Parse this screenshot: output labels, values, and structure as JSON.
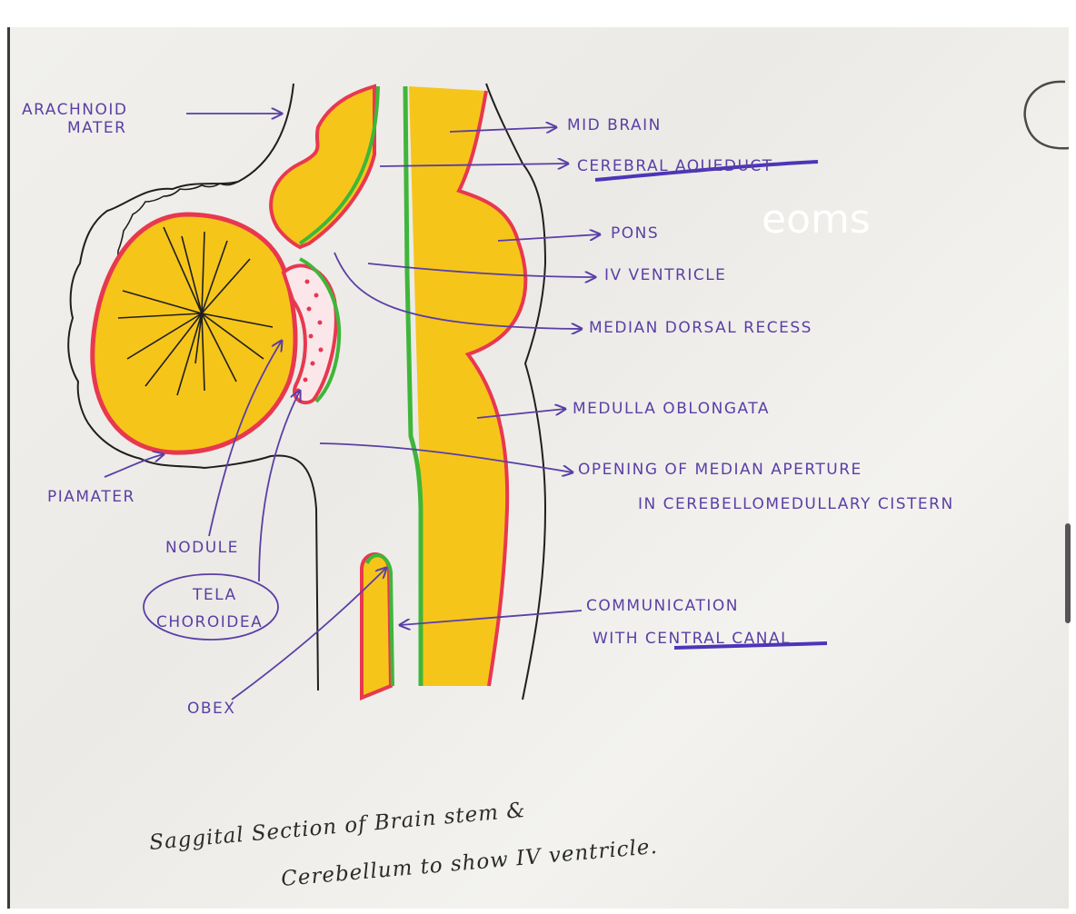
{
  "labels": {
    "arachnoid_line1": "ARACHNOID",
    "arachnoid_line2": "MATER",
    "mid_brain": "MID BRAIN",
    "cerebral_aqueduct": "CEREBRAL AQUEDUCT",
    "pons": "PONS",
    "iv_ventricle": "IV VENTRICLE",
    "median_dorsal_recess": "MEDIAN DORSAL RECESS",
    "medulla_oblongata": "MEDULLA OBLONGATA",
    "opening_line1": "OPENING OF MEDIAN APERTURE",
    "opening_line2": "IN CEREBELLOMEDULLARY CISTERN",
    "piamater": "PIAMATER",
    "nodule": "NODULE",
    "tela_line1": "TELA",
    "tela_line2": "CHOROIDEA",
    "obex": "OBEX",
    "communication_line1": "COMMUNICATION",
    "communication_line2": "WITH CENTRAL CANAL"
  },
  "watermark": "eoms",
  "caption": {
    "line1": "Saggital Section of Brain stem &",
    "line2": "Cerebellum to show IV ventricle."
  },
  "colors": {
    "yellow": "#f6c51a",
    "red": "#e8384f",
    "green": "#3fb63a",
    "purple": "#5a3fa6",
    "ink": "#1f1f1f"
  }
}
